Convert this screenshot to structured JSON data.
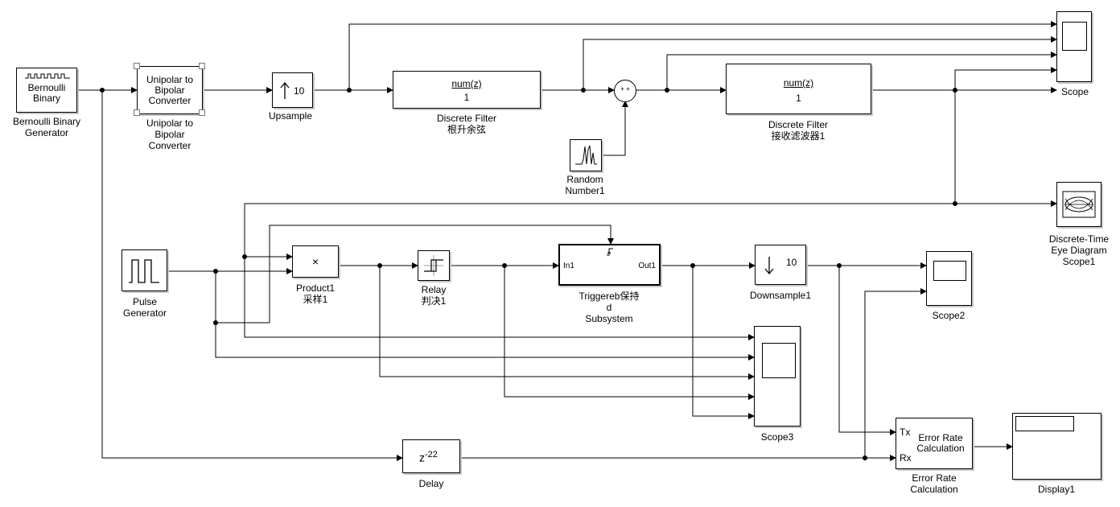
{
  "blocks": {
    "bernoulli": {
      "icon_text": "Bernoulli Binary",
      "label": [
        "Bernoulli Binary",
        "Generator"
      ]
    },
    "unipolar": {
      "icon_text": "Unipolar to Bipolar Converter",
      "label": [
        "Unipolar to",
        "Bipolar",
        "Converter"
      ]
    },
    "upsample": {
      "icon_text": "10",
      "label": [
        "Upsample"
      ]
    },
    "filter1": {
      "numerator": "num(z)",
      "denominator": "1",
      "label": [
        "Discrete Filter",
        "根升余弦"
      ]
    },
    "filter2": {
      "numerator": "num(z)",
      "denominator": "1",
      "label": [
        "Discrete Filter",
        "接收滤波器1"
      ]
    },
    "sum": {
      "signs": "+ +"
    },
    "random": {
      "label": [
        "Random",
        "Number1"
      ]
    },
    "scope": {
      "label": [
        "Scope"
      ]
    },
    "eye": {
      "label": [
        "Discrete-Time",
        "Eye Diagram",
        "Scope1"
      ]
    },
    "pulse": {
      "label": [
        "Pulse",
        "Generator"
      ]
    },
    "product": {
      "icon_text": "×",
      "label": [
        "Product1",
        "采样1"
      ]
    },
    "relay": {
      "label": [
        "Relay",
        "判决1"
      ]
    },
    "subsystem": {
      "in_port": "In1",
      "out_port": "Out1",
      "label": [
        "Triggereb保持",
        "d",
        "Subsystem"
      ]
    },
    "downsample": {
      "icon_text": "10",
      "label": [
        "Downsample1"
      ]
    },
    "scope2": {
      "label": [
        "Scope2"
      ]
    },
    "scope3": {
      "label": [
        "Scope3"
      ]
    },
    "delay": {
      "icon_text": "z",
      "exponent": "-22",
      "label": [
        "Delay"
      ]
    },
    "errrate": {
      "tx_port": "Tx",
      "rx_port": "Rx",
      "icon_text": "Error Rate Calculation",
      "label": [
        "Error Rate",
        "Calculation"
      ]
    },
    "display": {
      "label": [
        "Display1"
      ]
    }
  }
}
